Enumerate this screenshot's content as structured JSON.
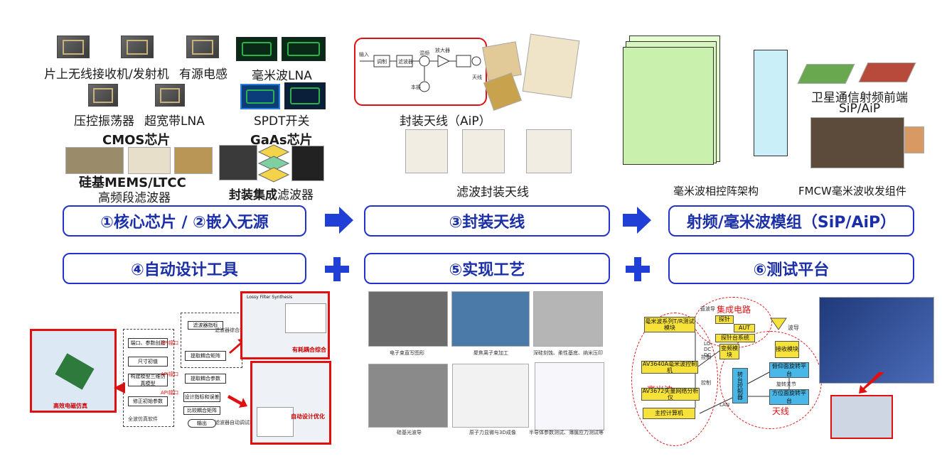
{
  "top": {
    "cmos_labels": [
      "片上无线接收机/发射机",
      "有源电感",
      "压控振荡器",
      "超宽带LNA"
    ],
    "cmos_title": "CMOS芯片",
    "gaas_labels": [
      "毫米波LNA",
      "SPDT开关"
    ],
    "gaas_title": "GaAs芯片",
    "mems_title": "硅基MEMS/LTCC",
    "mems_sub": "高频段滤波器",
    "pkg_filter_bold": "封装集成",
    "pkg_filter_rest": "滤波器",
    "aip_label": "封装天线（AiP）",
    "filter_antenna_label": "滤波封装天线",
    "aip_diagram": {
      "in": "输入",
      "mod": "调制",
      "filter": "滤波器",
      "mixer": "混频",
      "pa": "放大器",
      "antenna": "天线",
      "lo": "本振"
    },
    "phased_array_label": "毫米波相控阵架构",
    "fmcw_label": "FMCW毫米波收发组件",
    "sat_label_1": "卫星通信射频前端",
    "sat_label_2": "SiP/AiP"
  },
  "boxes": {
    "b1": "①核心芯片 / ②嵌入无源",
    "b3": "③封装天线",
    "b_sip": "射频/毫米波模组（SiP/AiP）",
    "b4": "④自动设计工具",
    "b5": "⑤实现工艺",
    "b6": "⑥测试平台"
  },
  "design_tool": {
    "em_sim": "高效电磁仿真",
    "lossy": "Lossy Filter Synthesis",
    "coupling": "有耗耦合综合",
    "auto_opt": "自动设计优化",
    "api1": "API接口",
    "api2": "API接口",
    "api3": "API接口",
    "flow": [
      "端口、参数创建",
      "尺寸初值",
      "构建模型三维仿真模型",
      "修正初始参数",
      "滤波器指标",
      "滤波器综合软件",
      "提取耦合矩阵",
      "提取耦合参数",
      "设计指标和误差",
      "比较耦合矩阵",
      "输出"
    ],
    "fullwave": "全波仿真软件",
    "filter_synth": "滤波器综合软件",
    "auto_debug": "滤波器自动调试软件"
  },
  "process": {
    "captions": [
      "电子束直写图形",
      "聚焦离子束加工",
      "深硅刻蚀、柔性基底、纳米压印",
      "硅基光波导",
      "原子力显微与3D成像",
      "半导体参数测试、薄膜应力测试等"
    ]
  },
  "test": {
    "integrated": "集成电路",
    "mmwave": "毫米波",
    "antenna": "天线",
    "tr_module": "毫米波系列T/R测试模块",
    "ctrl_machine": "AV3640A毫米波控制机",
    "vna": "AV3672矢量网络分析仪",
    "host": "主控计算机",
    "probe": "探针",
    "aut": "AUT",
    "probe_sys": "探针台系统",
    "updown": "变频模块",
    "recv": "接收模块",
    "rotary_ctrl": "转台控制器",
    "pitch": "俯仰面旋转平台",
    "azimuth": "方位面旋转平台",
    "rotate_joint": "旋转关节",
    "waveguide": "波导",
    "straight_wg": "直波导",
    "ctrl1": "控制",
    "ctrl2": "控制",
    "lo": "LO",
    "dc1": "DC",
    "dc2": "DC",
    "lan": "LAN"
  }
}
